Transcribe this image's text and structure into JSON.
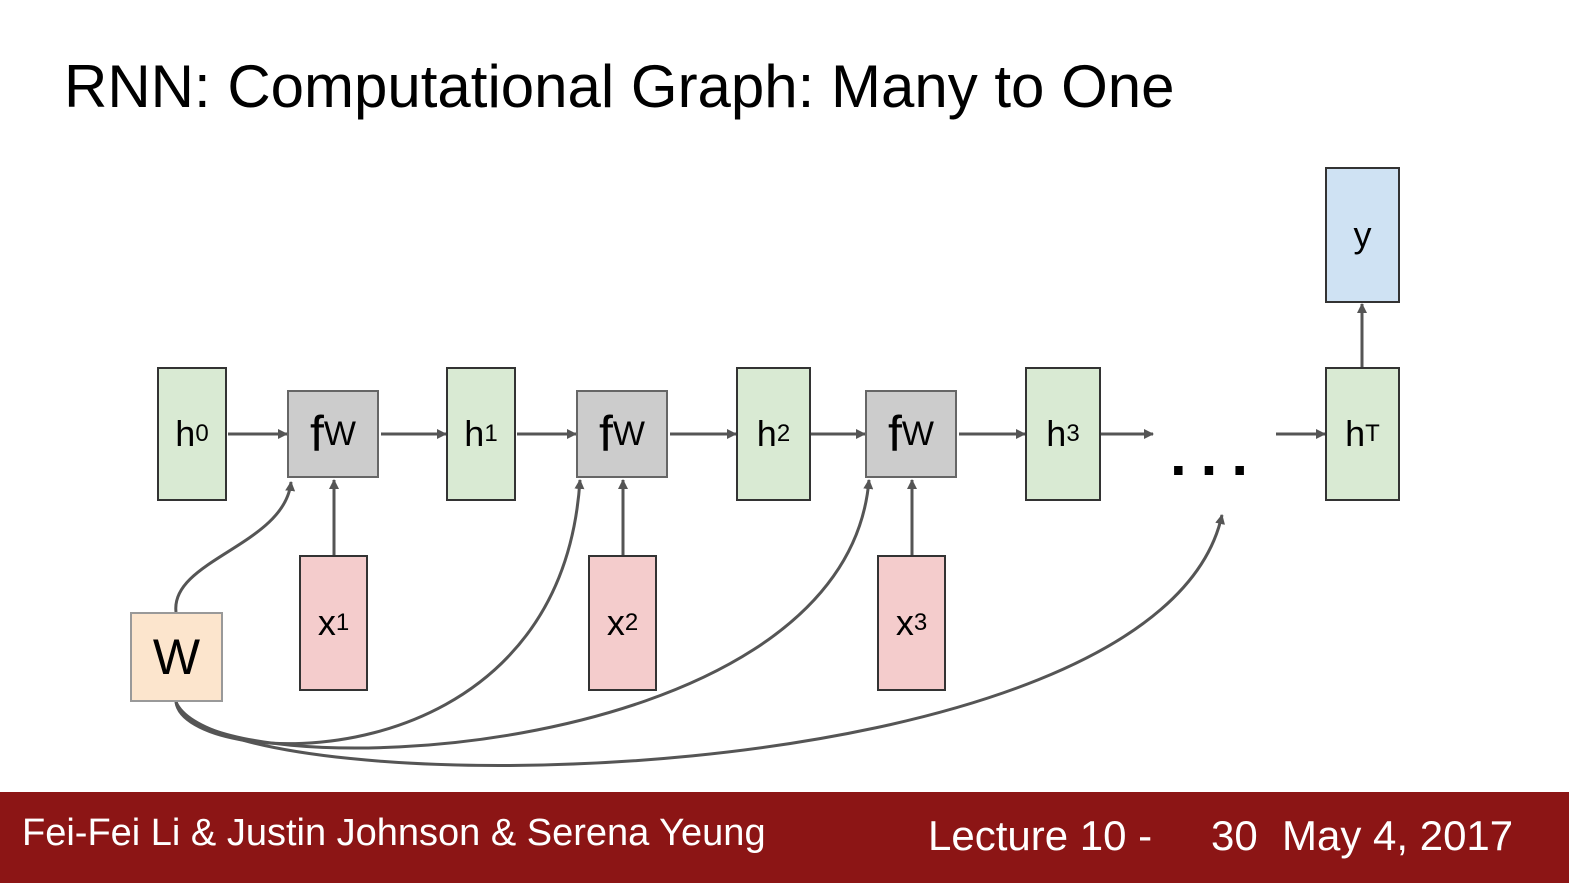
{
  "title": "RNN: Computational Graph: Many to One",
  "nodes": {
    "h0": {
      "main": "h",
      "sub": "0"
    },
    "h1": {
      "main": "h",
      "sub": "1"
    },
    "h2": {
      "main": "h",
      "sub": "2"
    },
    "h3": {
      "main": "h",
      "sub": "3"
    },
    "hT": {
      "main": "h",
      "sub": "T"
    },
    "f": {
      "main": "f",
      "sub": "W"
    },
    "x1": {
      "main": "x",
      "sub": "1"
    },
    "x2": {
      "main": "x",
      "sub": "2"
    },
    "x3": {
      "main": "x",
      "sub": "3"
    },
    "W": "W",
    "y": "y",
    "dots": "..."
  },
  "colors": {
    "hidden": "#d9ead3",
    "function": "#cccccc",
    "input": "#f4cccc",
    "output": "#cfe2f3",
    "weights": "#fce5cd",
    "footer": "#8c1515"
  },
  "footer": {
    "authors": "Fei-Fei Li & Justin Johnson & Serena Yeung",
    "lecture": "Lecture 10 -",
    "page": "30",
    "date": "May 4, 2017"
  }
}
